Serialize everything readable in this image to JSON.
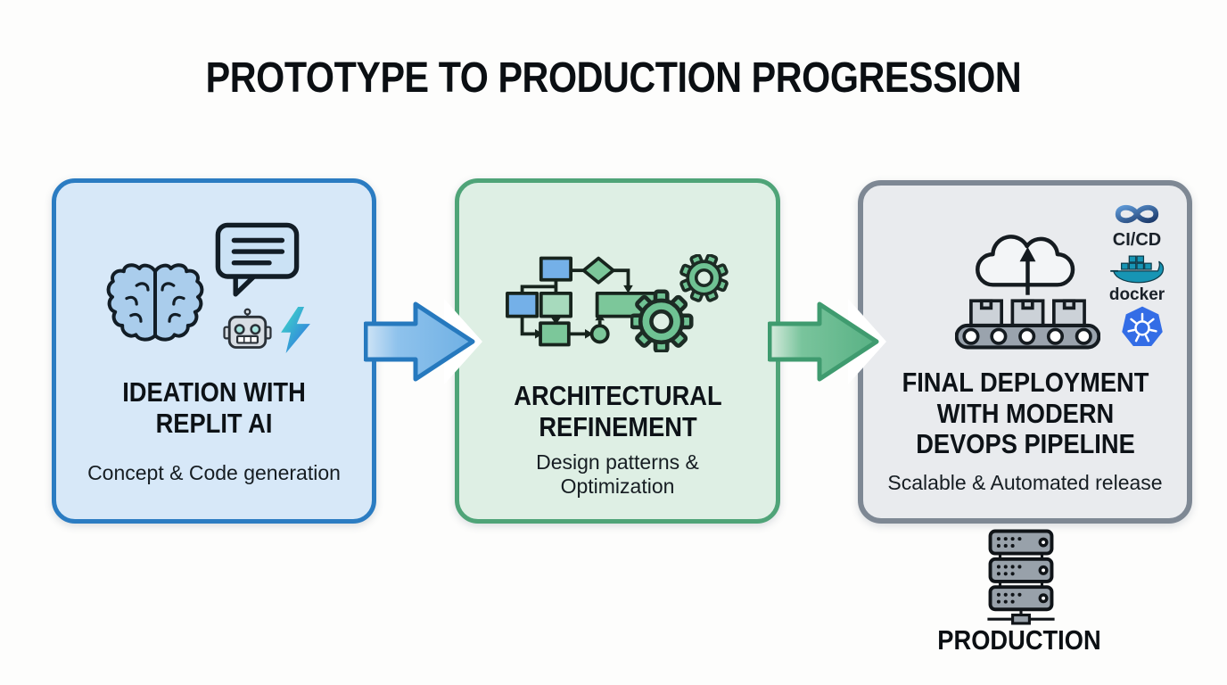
{
  "title": "PROTOTYPE TO PRODUCTION PROGRESSION",
  "stages": [
    {
      "title": "IDEATION WITH REPLIT AI",
      "subtitle": "Concept & Code generation",
      "icons": [
        "brain-icon",
        "chat-bubble-icon",
        "robot-icon",
        "lightning-bolt-icon"
      ],
      "fill": "#d7e8f8",
      "border": "#2b7cc2"
    },
    {
      "title": "ARCHITECTURAL REFINEMENT",
      "subtitle": "Design patterns & Optimization",
      "icons": [
        "flowchart-icon",
        "gears-icon"
      ],
      "fill": "#deefe4",
      "border": "#4fa478"
    },
    {
      "title": "FINAL DEPLOYMENT WITH MODERN DEVOPS PIPELINE",
      "subtitle": "Scalable & Automated release",
      "icons": [
        "cloud-upload-icon",
        "conveyor-belt-icon",
        "cicd-icon",
        "docker-icon",
        "kubernetes-icon"
      ],
      "badges": {
        "cicd": "CI/CD",
        "docker": "docker"
      },
      "fill": "#e9ebee",
      "border": "#7e8894"
    }
  ],
  "arrows": [
    {
      "fill": "#8ec2ec",
      "stroke": "#2679be"
    },
    {
      "fill": "#79c49c",
      "stroke": "#3f9b6f"
    }
  ],
  "production": {
    "label": "PRODUCTION",
    "icon": "server-rack-icon"
  }
}
